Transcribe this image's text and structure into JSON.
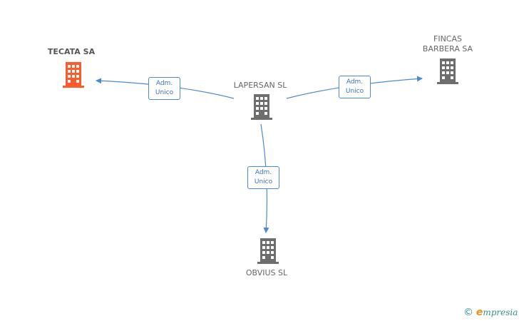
{
  "nodes": {
    "tecata": {
      "label": "TECATA SA",
      "color": "#ff5a2c"
    },
    "lapersan": {
      "label": "LAPERSAN SL",
      "color": "#6e6e6e"
    },
    "fincas": {
      "label_line1": "FINCAS",
      "label_line2": "BARBERA SA",
      "color": "#6e6e6e"
    },
    "obvius": {
      "label": "OBVIUS SL",
      "color": "#6e6e6e"
    }
  },
  "edges": [
    {
      "from": "lapersan",
      "to": "tecata",
      "line1": "Adm.",
      "line2": "Unico"
    },
    {
      "from": "lapersan",
      "to": "fincas",
      "line1": "Adm.",
      "line2": "Unico"
    },
    {
      "from": "lapersan",
      "to": "obvius",
      "line1": "Adm.",
      "line2": "Unico"
    }
  ],
  "edge_color": "#4a8bd4",
  "watermark": {
    "copyright": "©",
    "brand_initial": "e",
    "brand_rest": "mpresia"
  }
}
